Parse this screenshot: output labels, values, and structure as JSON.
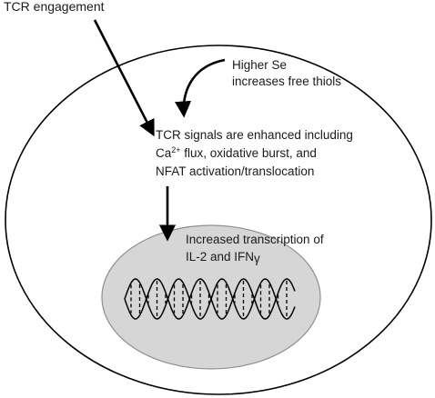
{
  "labels": {
    "tcr_engagement": "TCR engagement",
    "higher_se_line1": "Higher Se",
    "higher_se_line2": "increases free thiols",
    "signals_line1": "TCR signals are enhanced including",
    "signals_line2_prefix": "Ca",
    "signals_line2_superscript": "2+",
    "signals_line2_suffix": " flux, oxidative burst, and",
    "signals_line3": "NFAT activation/translocation",
    "transcription_line1": "Increased transcription of",
    "transcription_line2_prefix": "IL-2 and IFN",
    "transcription_line2_gamma": "γ"
  },
  "colors": {
    "outline": "#000000",
    "nucleus_fill": "#d6d6d6",
    "nucleus_stroke": "#8f8f8f",
    "text": "#1a1a1a"
  }
}
